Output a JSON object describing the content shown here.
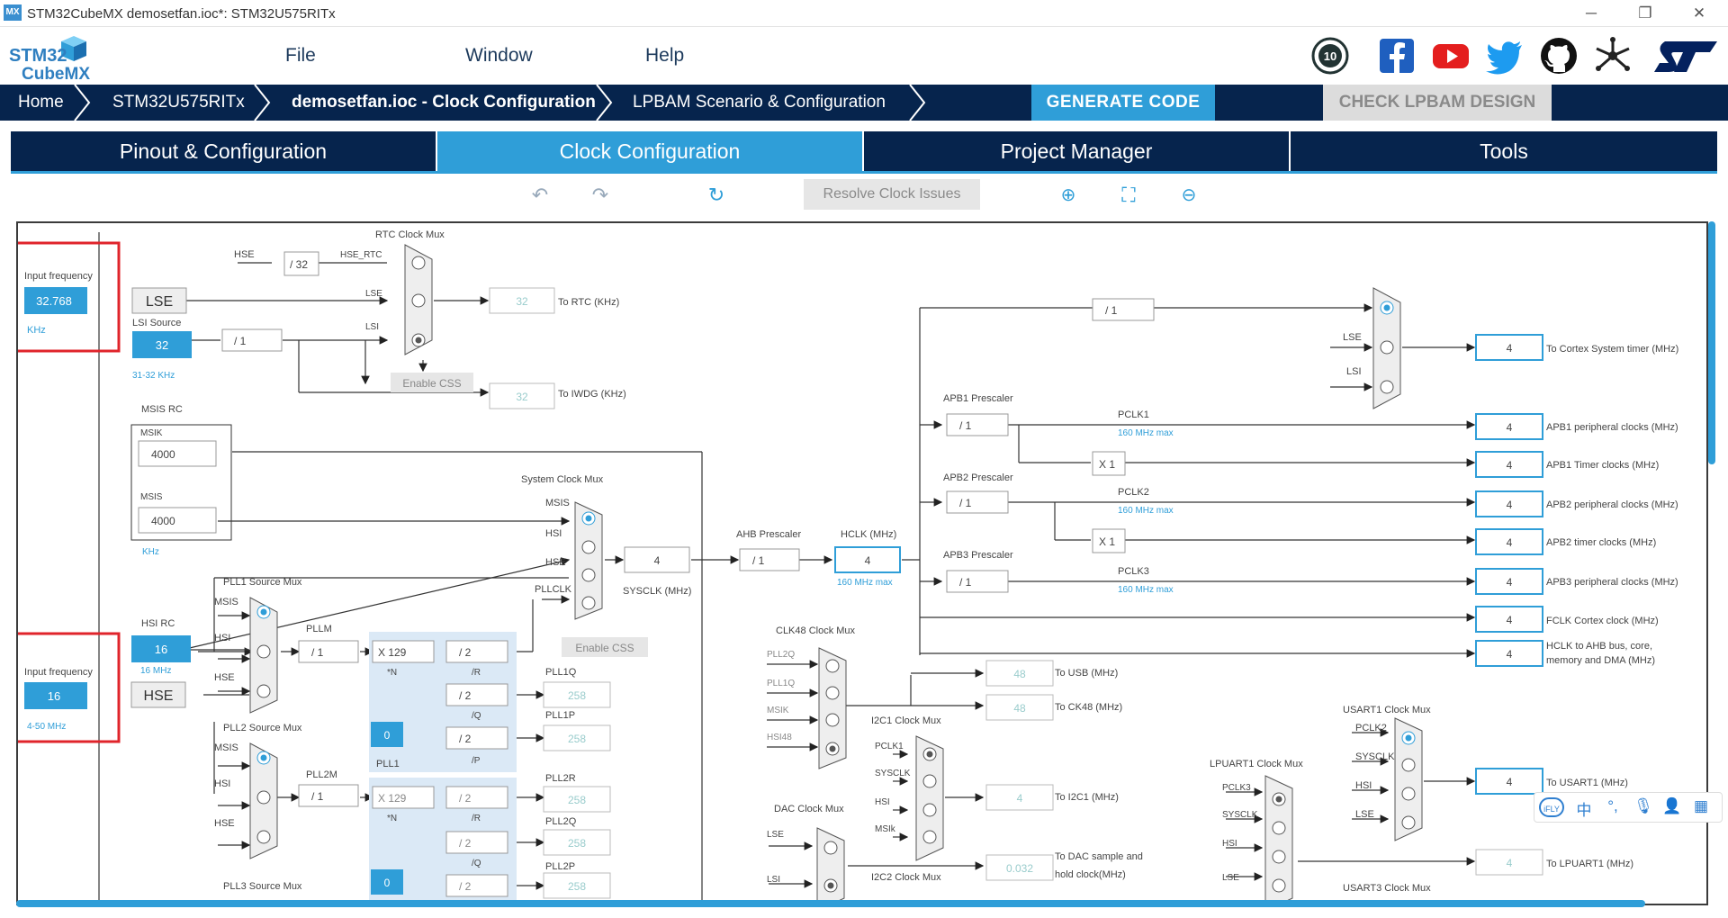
{
  "window": {
    "title": "STM32CubeMX demosetfan.ioc*: STM32U575RITx",
    "app_logo": "MX",
    "controls": {
      "minimize": "─",
      "restore": "❐",
      "close": "✕"
    }
  },
  "brand": {
    "line1": "STM32",
    "line2": "CubeMX"
  },
  "menu": {
    "file": "File",
    "window": "Window",
    "help": "Help"
  },
  "social_icons": [
    "anniversary-10-icon",
    "facebook-icon",
    "youtube-icon",
    "twitter-icon",
    "github-icon",
    "network-icon",
    "st-logo"
  ],
  "breadcrumb": {
    "home": "Home",
    "chip": "STM32U575RITx",
    "project": "demosetfan.ioc - Clock Configuration",
    "lpbam": "LPBAM Scenario & Configuration"
  },
  "actions": {
    "generate": "GENERATE CODE",
    "check_lpbam": "CHECK LPBAM DESIGN"
  },
  "tabs": [
    "Pinout & Configuration",
    "Clock Configuration",
    "Project Manager",
    "Tools"
  ],
  "toolbar": {
    "resolve": "Resolve Clock Issues"
  },
  "colors": {
    "navy": "#06244d",
    "accent": "#2f9ed8",
    "highlight_red": "#e0242b"
  },
  "clock": {
    "lse_input": {
      "label": "Input frequency",
      "value": "32.768",
      "unit": "KHz"
    },
    "lse": "LSE",
    "lsi_source": {
      "label": "LSI Source",
      "value": "32",
      "range": "31-32 KHz"
    },
    "rtc_mux": {
      "title": "RTC Clock Mux",
      "hse": "HSE",
      "div": "/ 32",
      "hse_rtc": "HSE_RTC",
      "lse": "LSE",
      "lsi": "LSI",
      "out": "32",
      "out_label": "To RTC (KHz)"
    },
    "lsi_div": "/ 1",
    "enable_css": "Enable CSS",
    "iwdg": {
      "value": "32",
      "label": "To IWDG (KHz)"
    },
    "msis_rc": {
      "title": "MSIS RC",
      "msik_label": "MSIK",
      "msik": "4000",
      "msis_label": "MSIS",
      "msis": "4000",
      "unit": "KHz"
    },
    "sys_mux": {
      "title": "System Clock Mux",
      "msis": "MSIS",
      "hsi": "HSI",
      "hse": "HSE",
      "pllclk": "PLLCLK",
      "enable_css": "Enable CSS"
    },
    "sysclk": {
      "value": "4",
      "label": "SYSCLK (MHz)"
    },
    "ahb": {
      "label": "AHB Prescaler",
      "value": "/ 1"
    },
    "hclk": {
      "label": "HCLK (MHz)",
      "value": "4",
      "max": "160 MHz max"
    },
    "hsi_rc": {
      "title": "HSI RC",
      "value": "16",
      "unit": "16 MHz"
    },
    "hse_input": {
      "label": "Input frequency",
      "value": "16",
      "range": "4-50 MHz"
    },
    "hse": "HSE",
    "pll1": {
      "src_title": "PLL1 Source Mux",
      "msis": "MSIS",
      "hsi": "HSI",
      "hse": "HSE",
      "m_label": "PLLM",
      "m": "/ 1",
      "n": "X 129",
      "n_label": "*N",
      "r": "/ 2",
      "r_label": "/R",
      "q": "/ 2",
      "q_label": "/Q",
      "p": "/ 2",
      "p_label": "/P",
      "frac": "0",
      "name": "PLL1",
      "q_out_label": "PLL1Q",
      "q_out": "258",
      "p_out_label": "PLL1P",
      "p_out": "258"
    },
    "pll2": {
      "src_title": "PLL2 Source Mux",
      "msis": "MSIS",
      "hsi": "HSI",
      "hse": "HSE",
      "m_label": "PLL2M",
      "m": "/ 1",
      "n": "X 129",
      "n_label": "*N",
      "r": "/ 2",
      "r_label": "/R",
      "q": "/ 2",
      "q_label": "/Q",
      "p": "/ 2",
      "frac": "0",
      "r_out_label": "PLL2R",
      "r_out": "258",
      "q_out_label": "PLL2Q",
      "q_out": "258",
      "p_out_label": "PLL2P",
      "p_out": "258"
    },
    "pll3": {
      "src_title": "PLL3 Source Mux"
    },
    "systick": {
      "div": "/ 1",
      "lse": "LSE",
      "lsi": "LSI",
      "value": "4",
      "label": "To Cortex System timer (MHz)"
    },
    "apb1": {
      "title": "APB1 Prescaler",
      "value": "/ 1",
      "pclk": "PCLK1",
      "max": "160 MHz max",
      "x": "X 1",
      "periph": "4",
      "periph_label": "APB1 peripheral clocks (MHz)",
      "timer": "4",
      "timer_label": "APB1 Timer clocks (MHz)"
    },
    "apb2": {
      "title": "APB2 Prescaler",
      "value": "/ 1",
      "pclk": "PCLK2",
      "max": "160 MHz max",
      "x": "X 1",
      "periph": "4",
      "periph_label": "APB2 peripheral clocks (MHz)",
      "timer": "4",
      "timer_label": "APB2 timer clocks (MHz)"
    },
    "apb3": {
      "title": "APB3 Prescaler",
      "value": "/ 1",
      "pclk": "PCLK3",
      "max": "160 MHz max",
      "periph": "4",
      "periph_label": "APB3 peripheral clocks (MHz)"
    },
    "fclk": {
      "value": "4",
      "label": "FCLK Cortex clock (MHz)"
    },
    "hclk_ahb": {
      "value": "4",
      "label1": "HCLK to AHB bus, core,",
      "label2": "memory and DMA (MHz)"
    },
    "clk48": {
      "title": "CLK48 Clock Mux",
      "pll2q": "PLL2Q",
      "pll1q": "PLL1Q",
      "msik": "MSIK",
      "hsi48": "HSI48",
      "usb": "48",
      "usb_label": "To USB (MHz)",
      "ck48": "48",
      "ck48_label": "To CK48 (MHz)"
    },
    "i2c1": {
      "title": "I2C1 Clock Mux",
      "pclk1": "PCLK1",
      "sysclk": "SYSCLK",
      "hsi": "HSI",
      "msik": "MSIk",
      "value": "4",
      "label": "To I2C1 (MHz)"
    },
    "dac": {
      "title": "DAC Clock Mux",
      "lse": "LSE",
      "lsi": "LSI",
      "value": "0.032",
      "label1": "To DAC sample and",
      "label2": "hold clock(MHz)"
    },
    "i2c2": {
      "title": "I2C2 Clock Mux"
    },
    "lpuart1": {
      "title": "LPUART1 Clock Mux",
      "pclk3": "PCLK3",
      "sysclk": "SYSCLK",
      "hsi": "HSI",
      "lse": "LSE",
      "value": "4",
      "label": "To LPUART1 (MHz)"
    },
    "usart1": {
      "title": "USART1 Clock Mux",
      "pclk2": "PCLK2",
      "sysclk": "SYSCLK",
      "hsi": "HSI",
      "lse": "LSE",
      "value": "4",
      "label": "To USART1 (MHz)"
    },
    "usart3": {
      "title": "USART3 Clock Mux"
    }
  },
  "ime": {
    "logo": "iFLY",
    "zh": "中"
  }
}
